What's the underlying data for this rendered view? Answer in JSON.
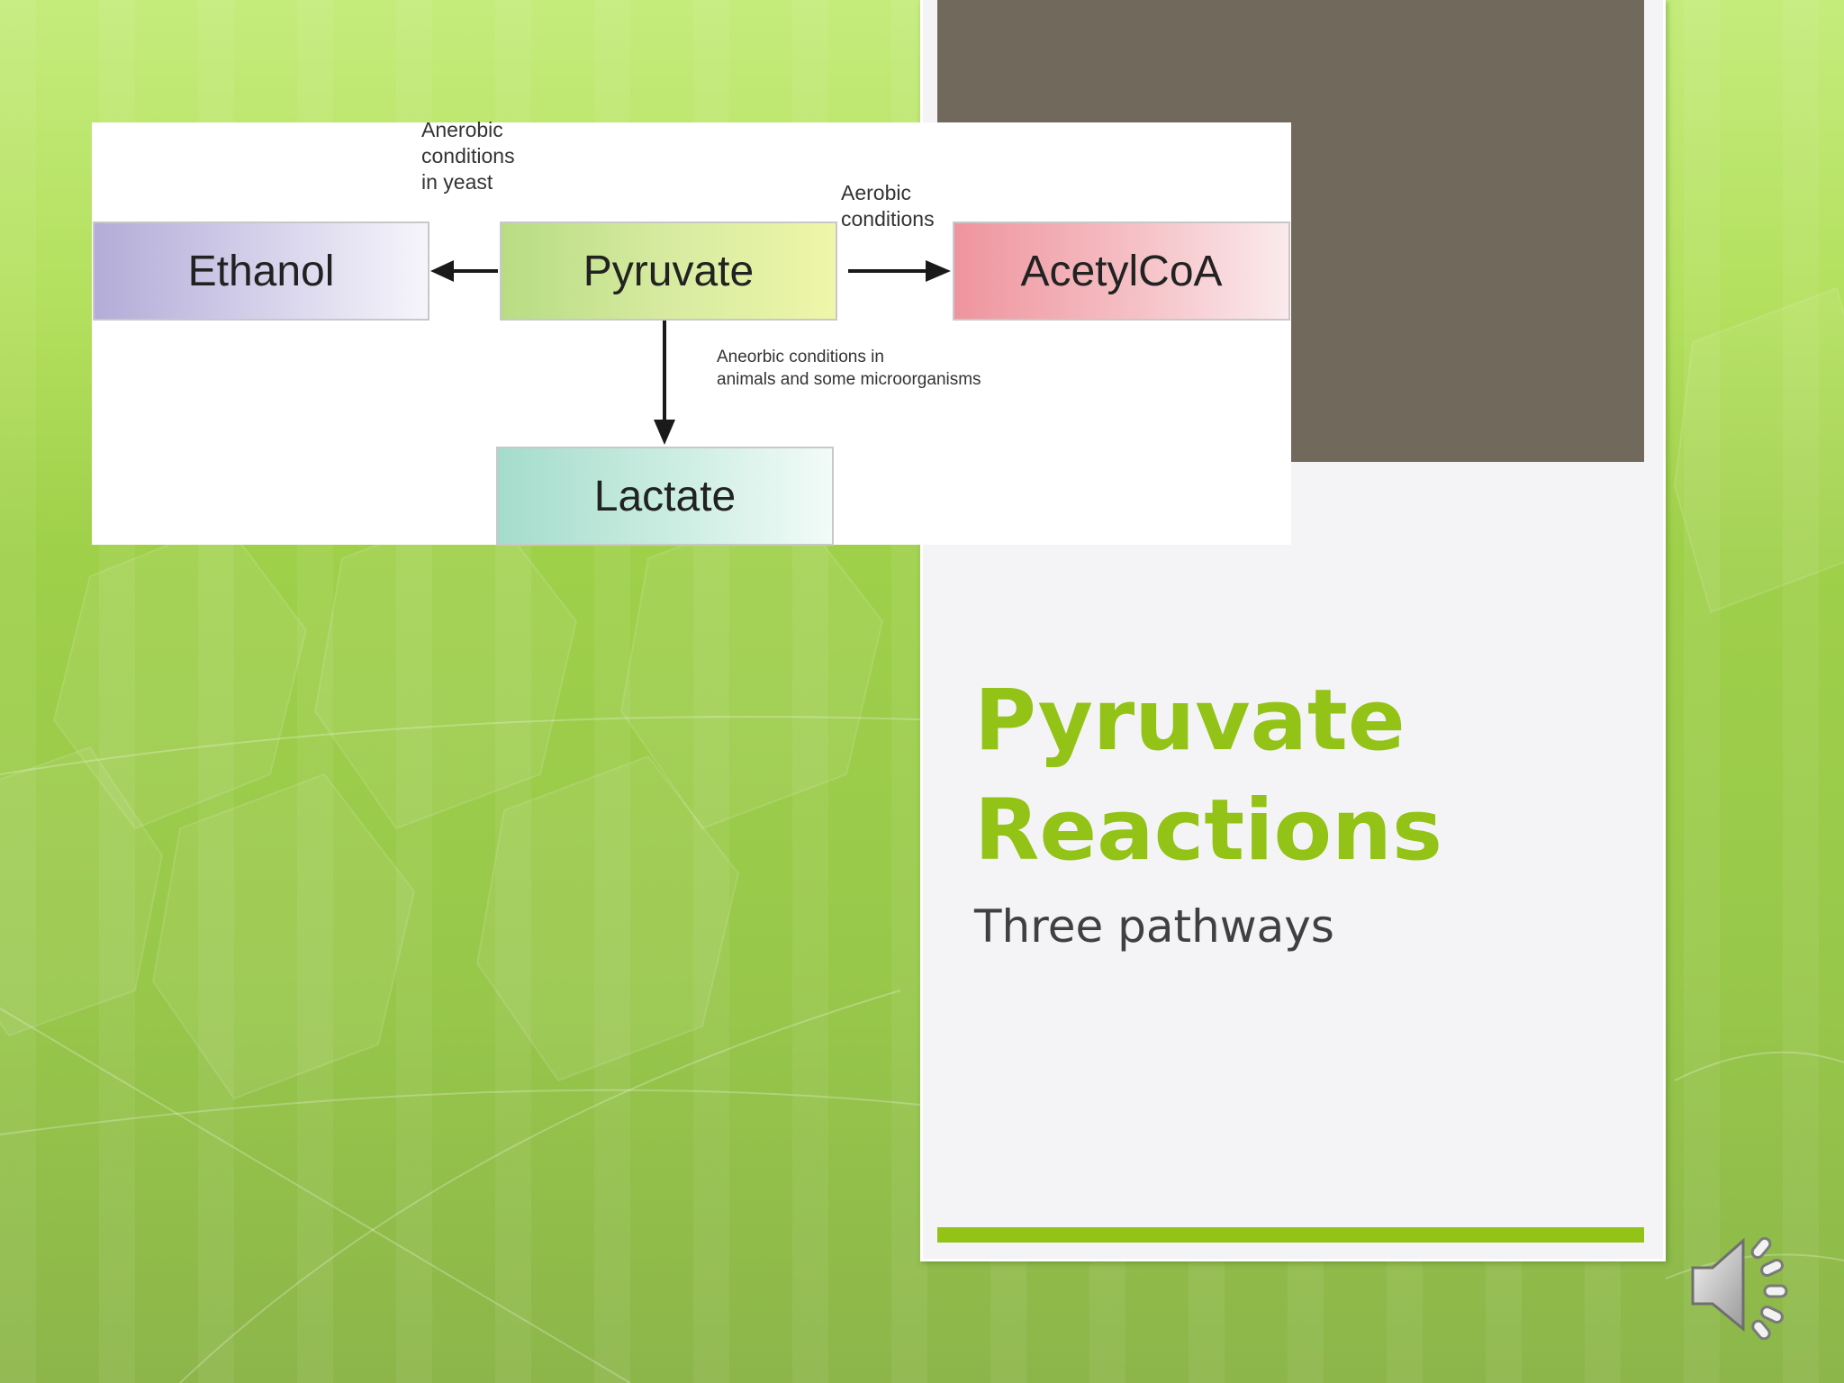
{
  "slide": {
    "title_line1": "Pyruvate",
    "title_line2": "Reactions",
    "subtitle": "Three pathways"
  },
  "diagram": {
    "boxes": {
      "ethanol": "Ethanol",
      "pyruvate": "Pyruvate",
      "acetylcoa": "AcetylCoA",
      "lactate": "Lactate"
    },
    "notes": {
      "yeast": [
        "Anerobic",
        "conditions",
        "in yeast"
      ],
      "aerobic": [
        "Aerobic",
        "conditions"
      ],
      "animals": [
        "Aneorbic conditions in",
        "animals and some microorganisms"
      ]
    }
  },
  "audio": {
    "icon": "speaker-icon"
  },
  "colors": {
    "title": "#92c316",
    "accent_bar": "#92c316",
    "dark_block": "#72695d",
    "panel": "#f4f4f6"
  }
}
